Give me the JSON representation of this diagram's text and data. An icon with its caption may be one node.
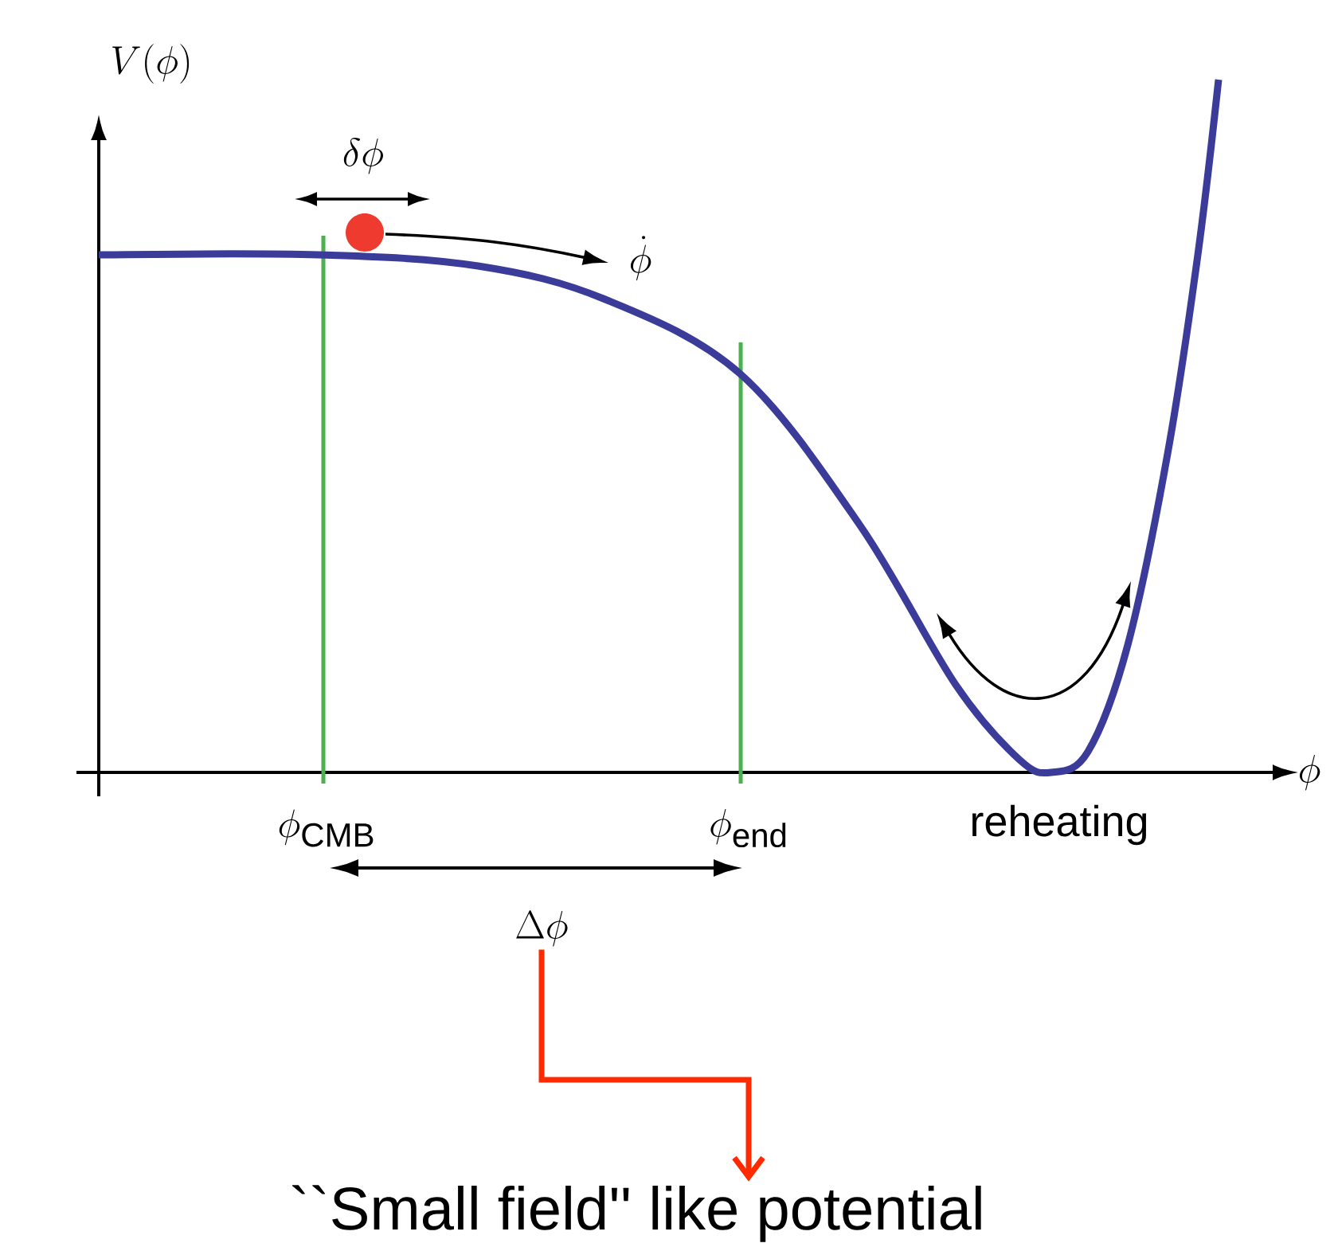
{
  "diagram": {
    "nodes": [
      {
        "text": [
          "\\Delta\\phi"
        ]
      },
      {
        "text": [
          "``Small field'' like potential"
        ]
      }
    ],
    "edges": [
      {
        "from": 0,
        "to": 1,
        "arrow": "to",
        "color": "#ff2a00"
      }
    ],
    "labels": [
      "V(\\phi)",
      "\\delta\\phi",
      "\\dot{\\phi}",
      "\\phi",
      "\\phi_{\\rm CMB}",
      "\\phi_{\\rm end}",
      "reheating"
    ]
  }
}
